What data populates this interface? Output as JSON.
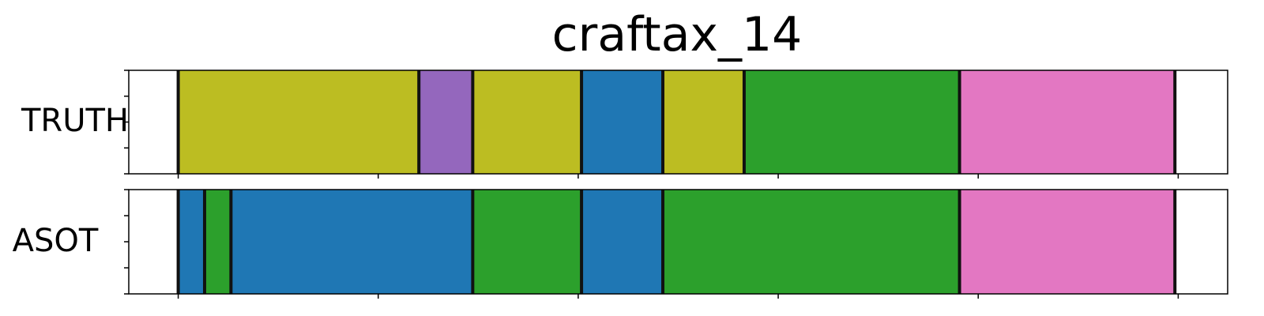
{
  "chart_data": {
    "type": "segmentation-timeline",
    "title": "craftax_14",
    "xlim": [
      0,
      100
    ],
    "rows": [
      {
        "label": "TRUTH",
        "segments": [
          {
            "start": 4.5,
            "end": 26.4,
            "color": "#bcbd22"
          },
          {
            "start": 26.4,
            "end": 31.3,
            "color": "#9467bd"
          },
          {
            "start": 31.3,
            "end": 41.2,
            "color": "#bcbd22"
          },
          {
            "start": 41.2,
            "end": 48.6,
            "color": "#1f77b4"
          },
          {
            "start": 48.6,
            "end": 56.0,
            "color": "#bcbd22"
          },
          {
            "start": 56.0,
            "end": 75.6,
            "color": "#2ca02c"
          },
          {
            "start": 75.6,
            "end": 95.2,
            "color": "#e377c2"
          }
        ],
        "boundaries": [
          4.5,
          26.4,
          31.3,
          41.2,
          48.6,
          56.0,
          75.6,
          95.2
        ]
      },
      {
        "label": "ASOT",
        "segments": [
          {
            "start": 4.5,
            "end": 6.9,
            "color": "#1f77b4"
          },
          {
            "start": 6.9,
            "end": 9.3,
            "color": "#2ca02c"
          },
          {
            "start": 9.3,
            "end": 31.3,
            "color": "#1f77b4"
          },
          {
            "start": 31.3,
            "end": 41.2,
            "color": "#2ca02c"
          },
          {
            "start": 41.2,
            "end": 48.6,
            "color": "#1f77b4"
          },
          {
            "start": 48.6,
            "end": 75.6,
            "color": "#2ca02c"
          },
          {
            "start": 75.6,
            "end": 95.2,
            "color": "#e377c2"
          }
        ],
        "boundaries": [
          4.5,
          6.9,
          9.3,
          31.3,
          41.2,
          48.6,
          75.6,
          95.2
        ]
      }
    ],
    "x_ticks": [
      4.5,
      22.7,
      40.9,
      59.1,
      77.3,
      95.5
    ],
    "y_ticks_per_row": 5
  }
}
